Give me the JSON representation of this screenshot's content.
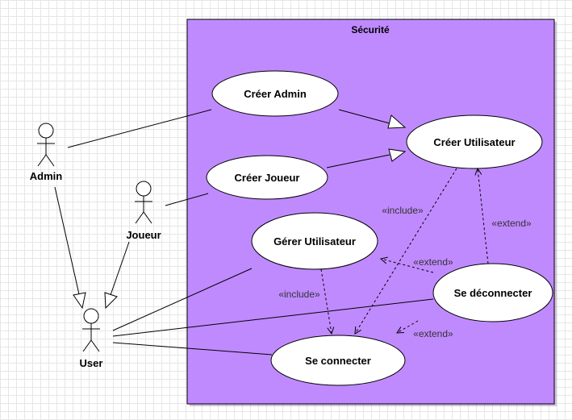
{
  "system": {
    "title": "Sécurité",
    "color": "#c08aff"
  },
  "actors": {
    "admin": "Admin",
    "joueur": "Joueur",
    "user": "User"
  },
  "use_cases": {
    "creer_admin": "Créer Admin",
    "creer_utilisateur": "Créer Utilisateur",
    "creer_joueur": "Créer Joueur",
    "gerer_utilisateur": "Gérer Utilisateur",
    "se_deconnecter": "Se déconnecter",
    "se_connecter": "Se connecter"
  },
  "stereotypes": {
    "include_1": "«include»",
    "include_2": "«include»",
    "extend_1": "«extend»",
    "extend_2": "«extend»",
    "extend_3": "«extend»"
  }
}
